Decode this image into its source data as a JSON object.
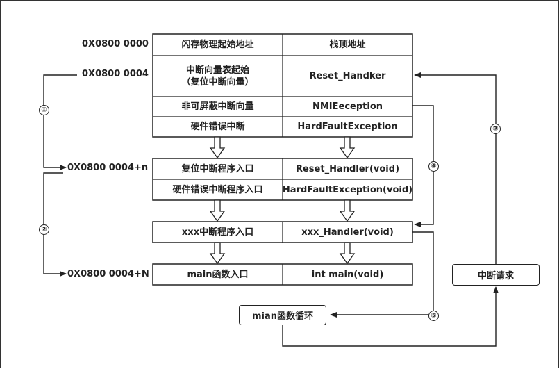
{
  "addresses": {
    "a0": "0X0800 0000",
    "a4": "0X0800 0004",
    "a4n": "0X0800 0004+n",
    "a4N": "0X0800 0004+N"
  },
  "vector_table": {
    "rows": [
      {
        "left": "闪存物理起始地址",
        "right": "栈顶地址"
      },
      {
        "left": "中断向量表起始\n（复位中断向量）",
        "right": "Reset_Handker"
      },
      {
        "left": "非可屏蔽中断向量",
        "right": "NMIEeception"
      },
      {
        "left": "硬件错误中断",
        "right": "HardFaultException"
      }
    ]
  },
  "handlers": {
    "rows": [
      {
        "left": "复位中断程序入口",
        "right": "Reset_Handler(void)"
      },
      {
        "left": "硬件错误中断程序入口",
        "right": "HardFaultException(void)"
      }
    ]
  },
  "xxx": {
    "left": "xxx中断程序入口",
    "right": "xxx_Handler(void)"
  },
  "main": {
    "left": "main函数入口",
    "right": "int main(void)"
  },
  "loop_box": "mian函数循环",
  "irq_box": "中断请求",
  "markers": [
    "①",
    "②",
    "③",
    "④",
    "⑤"
  ]
}
